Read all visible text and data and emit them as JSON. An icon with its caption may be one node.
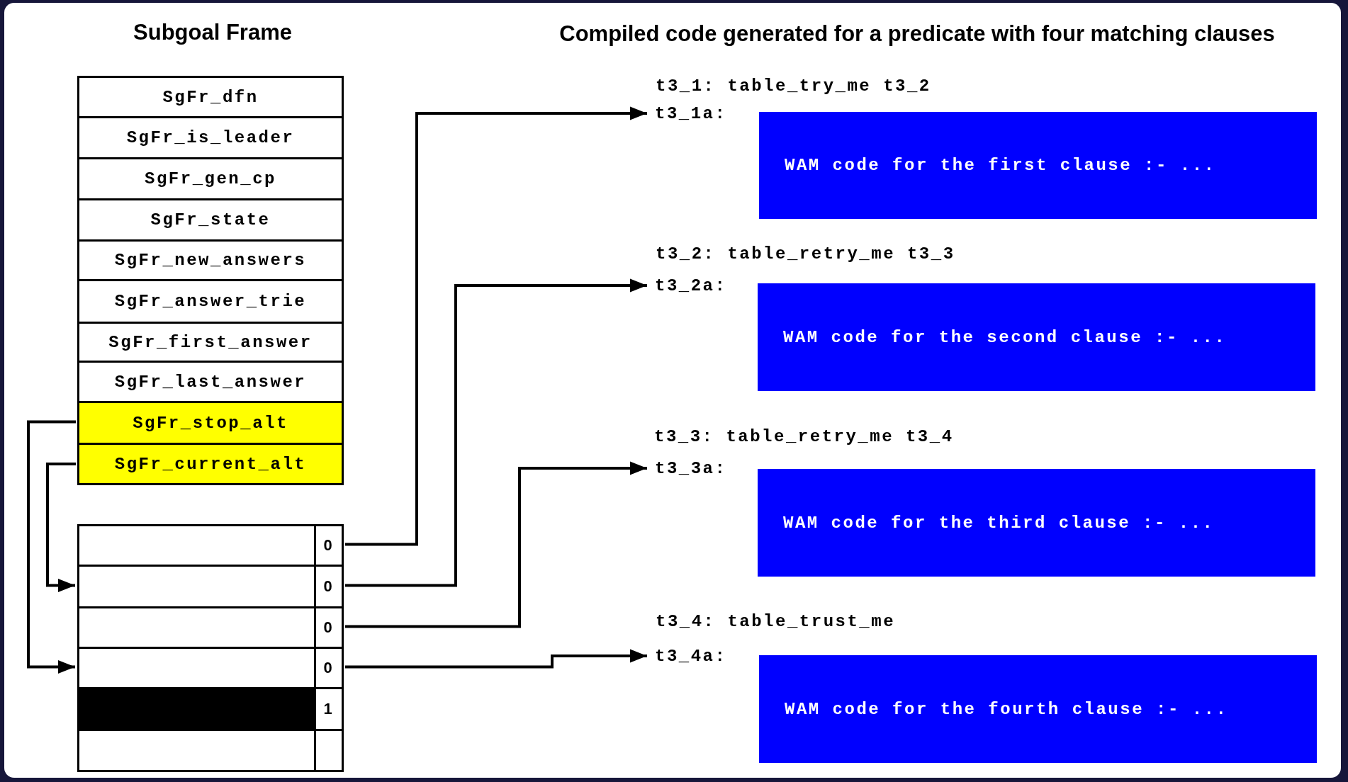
{
  "diagram": {
    "nodes": [
      {
        "text": [
          "SgFr_dfn"
        ]
      },
      {
        "text": [
          "SgFr_is_leader"
        ]
      },
      {
        "text": [
          "SgFr_gen_cp"
        ]
      },
      {
        "text": [
          "SgFr_state"
        ]
      },
      {
        "text": [
          "SgFr_new_answers"
        ]
      },
      {
        "text": [
          "SgFr_answer_trie"
        ]
      },
      {
        "text": [
          "SgFr_first_answer"
        ]
      },
      {
        "text": [
          "SgFr_last_answer"
        ]
      },
      {
        "text": [
          "SgFr_stop_alt"
        ]
      },
      {
        "text": [
          "SgFr_current_alt"
        ]
      },
      {
        "text": [
          "0"
        ]
      },
      {
        "text": [
          "0"
        ]
      },
      {
        "text": [
          "0"
        ]
      },
      {
        "text": [
          "0"
        ]
      },
      {
        "text": [
          "1"
        ]
      },
      {
        "text": [],
        "shape": "box"
      },
      {
        "text": [
          "t3_1a:"
        ]
      },
      {
        "text": [
          "WAM code for the first clause :- ..."
        ]
      },
      {
        "text": [
          "t3_2a:"
        ]
      },
      {
        "text": [
          "WAM code for the second clause :- ..."
        ]
      },
      {
        "text": [
          "t3_3a:"
        ]
      },
      {
        "text": [
          "WAM code for the third clause :- ..."
        ]
      },
      {
        "text": [
          "t3_4a:"
        ]
      },
      {
        "text": [
          "WAM code for the fourth clause :- ..."
        ]
      }
    ],
    "edges": [
      {
        "from": 8,
        "to": 13,
        "arrow": "to"
      },
      {
        "from": 9,
        "to": 11,
        "arrow": "to"
      },
      {
        "from": 10,
        "to": 16,
        "arrow": "to"
      },
      {
        "from": 11,
        "to": 18,
        "arrow": "to"
      },
      {
        "from": 12,
        "to": 20,
        "arrow": "to"
      },
      {
        "from": 13,
        "to": 22,
        "arrow": "to"
      }
    ],
    "labels": [
      "Subgoal Frame",
      "Compiled code generated for a predicate with four matching clauses",
      "t3_1: table_try_me t3_2",
      "t3_2: table_retry_me t3_3",
      "t3_3: table_retry_me t3_4",
      "t3_4: table_trust_me"
    ]
  }
}
